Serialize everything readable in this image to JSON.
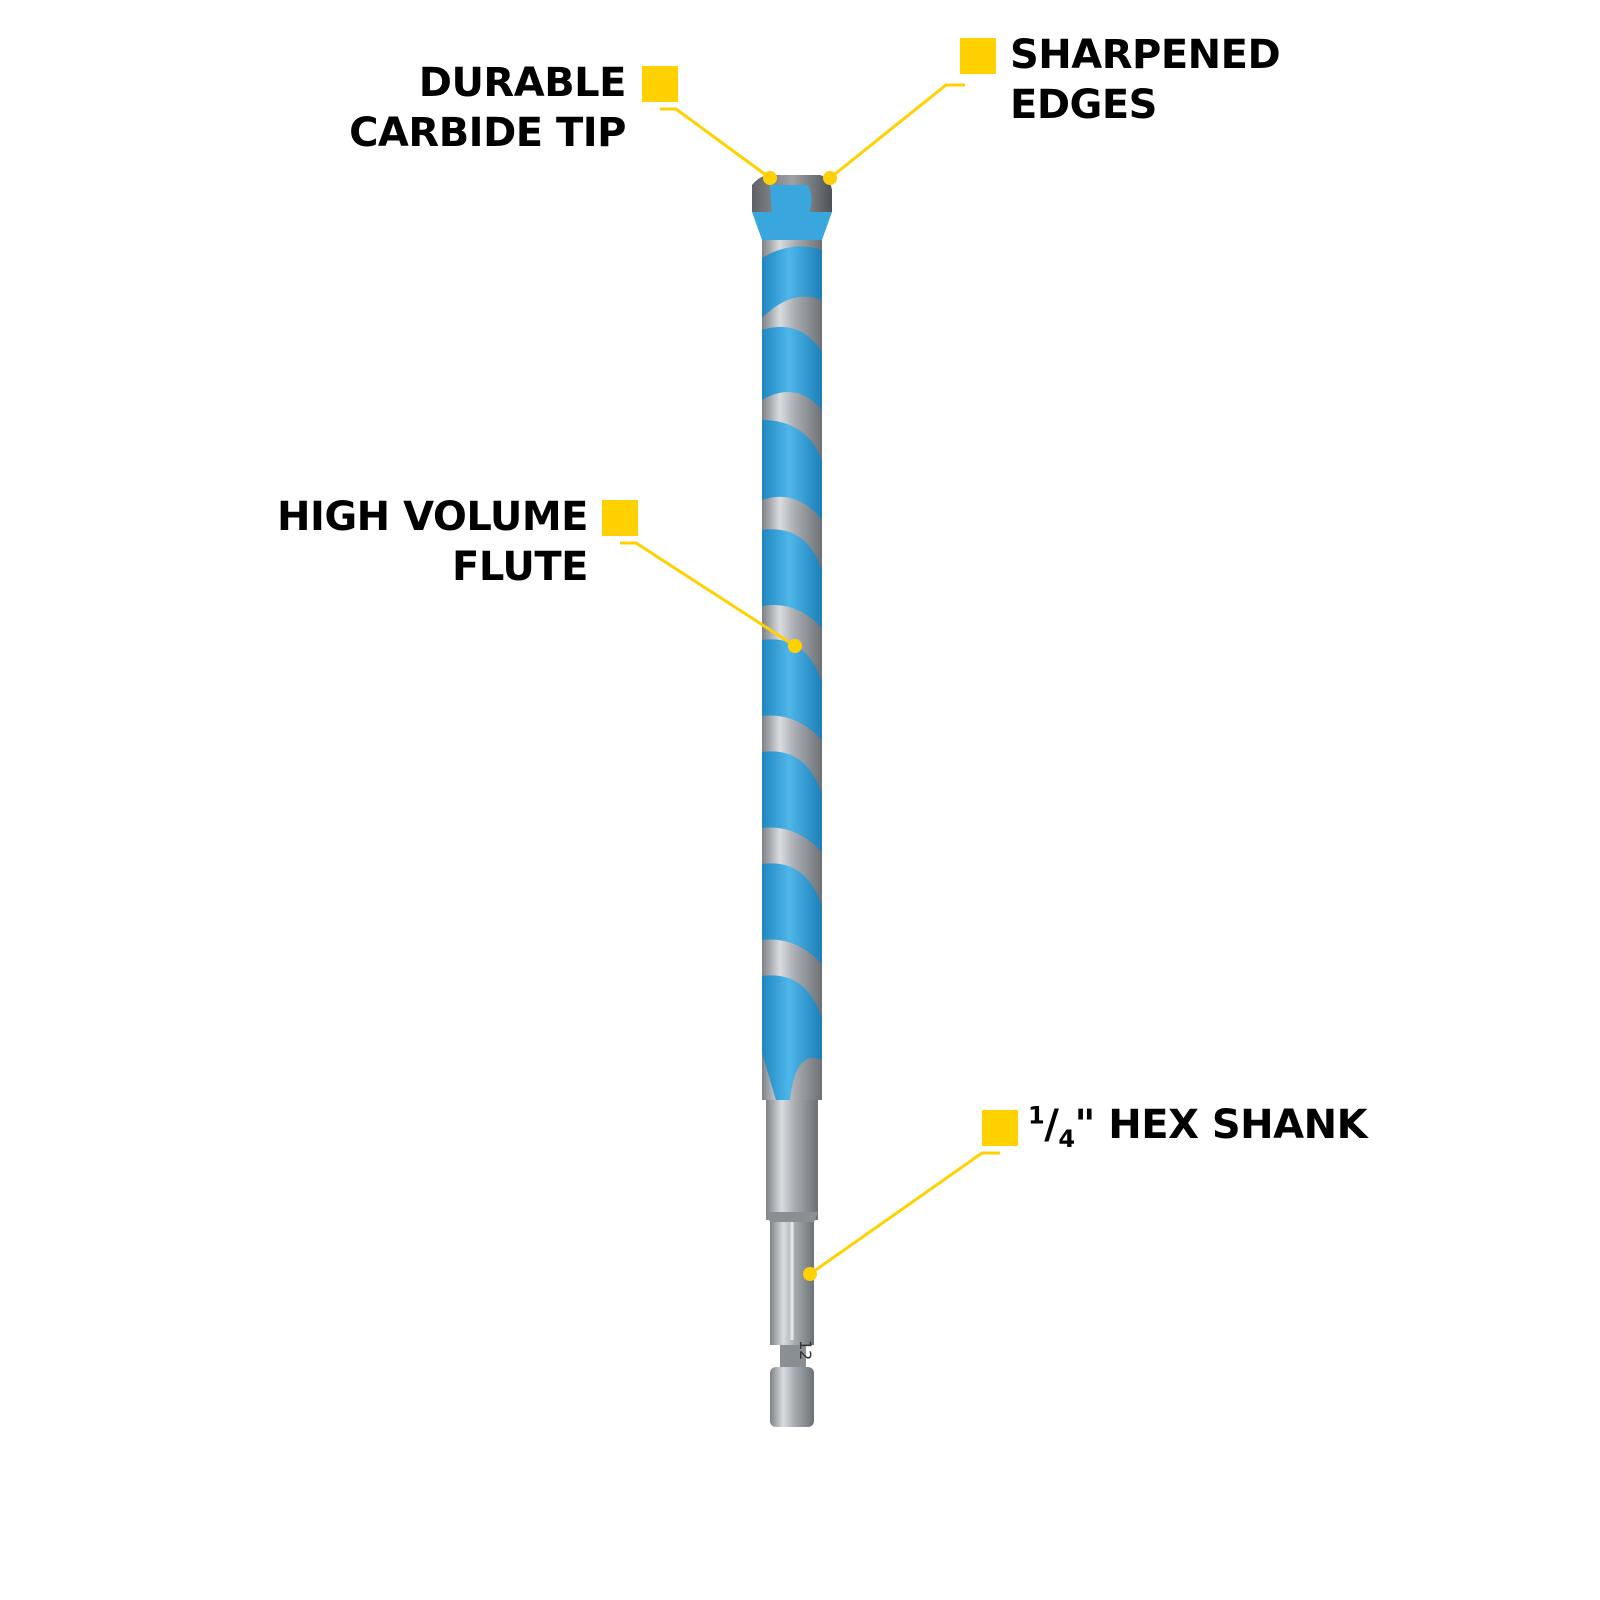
{
  "colors": {
    "accent": "#FFD100",
    "flute": "#3AA6DE",
    "steel": "#B8BCC0",
    "text": "#000000"
  },
  "callouts": {
    "carbide_tip": {
      "line1": "DURABLE",
      "line2": "CARBIDE TIP"
    },
    "sharpened_edges": {
      "line1": "SHARPENED",
      "line2": "EDGES"
    },
    "flute": {
      "line1": "HIGH VOLUME",
      "line2": "FLUTE"
    },
    "hex_shank": {
      "prefix": "1",
      "suffix": "4",
      "rest": "\" HEX SHANK"
    }
  },
  "shank_marking": "12"
}
